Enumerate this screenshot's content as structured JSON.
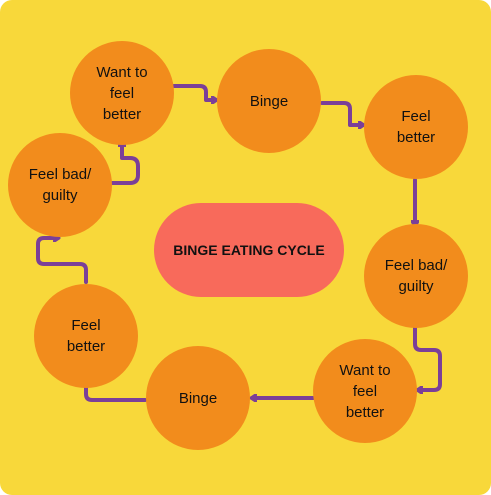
{
  "diagram": {
    "center_label": "BINGE EATING CYCLE",
    "nodes": [
      {
        "id": "n1",
        "label": "Want to\nfeel\nbetter"
      },
      {
        "id": "n2",
        "label": "Binge"
      },
      {
        "id": "n3",
        "label": "Feel\nbetter"
      },
      {
        "id": "n4",
        "label": "Feel bad/\nguilty"
      },
      {
        "id": "n5",
        "label": "Want to\nfeel\nbetter"
      },
      {
        "id": "n6",
        "label": "Binge"
      },
      {
        "id": "n7",
        "label": "Feel\nbetter"
      },
      {
        "id": "n8",
        "label": "Feel bad/\nguilty"
      }
    ],
    "edges": [
      [
        "n1",
        "n2"
      ],
      [
        "n2",
        "n3"
      ],
      [
        "n3",
        "n4"
      ],
      [
        "n4",
        "n5"
      ],
      [
        "n5",
        "n6"
      ],
      [
        "n6",
        "n7"
      ],
      [
        "n7",
        "n8"
      ],
      [
        "n8",
        "n1"
      ]
    ]
  },
  "colors": {
    "background": "#f8d83a",
    "node": "#f28c1c",
    "center": "#f86a5b",
    "arrow": "#7b3f98"
  }
}
